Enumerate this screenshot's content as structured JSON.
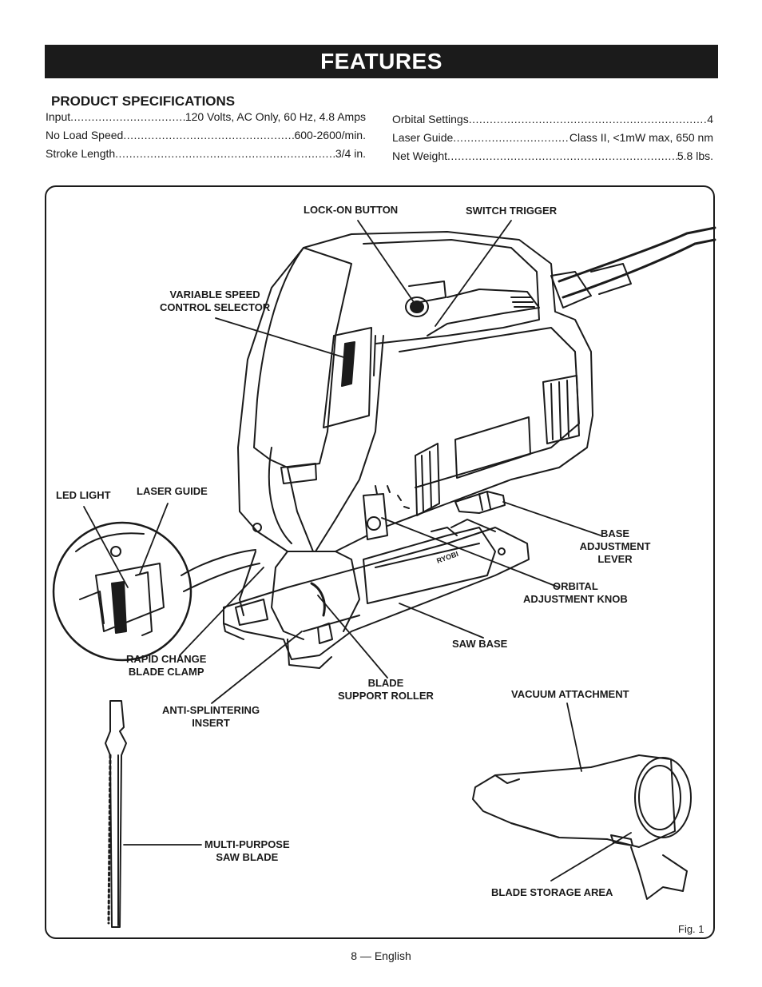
{
  "header": {
    "title": "FEATURES"
  },
  "specs": {
    "title": "PRODUCT SPECIFICATIONS",
    "left": [
      {
        "label": "Input",
        "value": "120 Volts, AC Only, 60 Hz, 4.8 Amps"
      },
      {
        "label": "No Load Speed",
        "value": "600-2600/min."
      },
      {
        "label": "Stroke Length",
        "value": "3/4 in."
      }
    ],
    "right": [
      {
        "label": "Orbital Settings",
        "value": "4"
      },
      {
        "label": "Laser Guide",
        "value": "Class II, <1mW max, 650 nm"
      },
      {
        "label": "Net Weight",
        "value": "5.8 lbs."
      }
    ]
  },
  "figure": {
    "callouts": {
      "lock_on_button": "LOCK-ON BUTTON",
      "switch_trigger": "SWITCH TRIGGER",
      "variable_speed": [
        "VARIABLE SPEED",
        "CONTROL SELECTOR"
      ],
      "led_light": "LED LIGHT",
      "laser_guide": "LASER GUIDE",
      "base_adjustment": [
        "BASE",
        "ADJUSTMENT",
        "LEVER"
      ],
      "orbital_knob": [
        "ORBITAL",
        "ADJUSTMENT KNOB"
      ],
      "saw_base": "SAW BASE",
      "rapid_change": [
        "RAPID CHANGE",
        "BLADE CLAMP"
      ],
      "blade_roller": [
        "BLADE",
        "SUPPORT ROLLER"
      ],
      "vacuum": "VACUUM ATTACHMENT",
      "anti_splinter": [
        "ANTI-SPLINTERING",
        "INSERT"
      ],
      "saw_blade": [
        "MULTI-PURPOSE",
        "SAW BLADE"
      ],
      "blade_storage": "BLADE STORAGE AREA"
    },
    "label": "Fig. 1",
    "brand_mark": "RYOBI"
  },
  "footer": {
    "page": "8 — English"
  }
}
